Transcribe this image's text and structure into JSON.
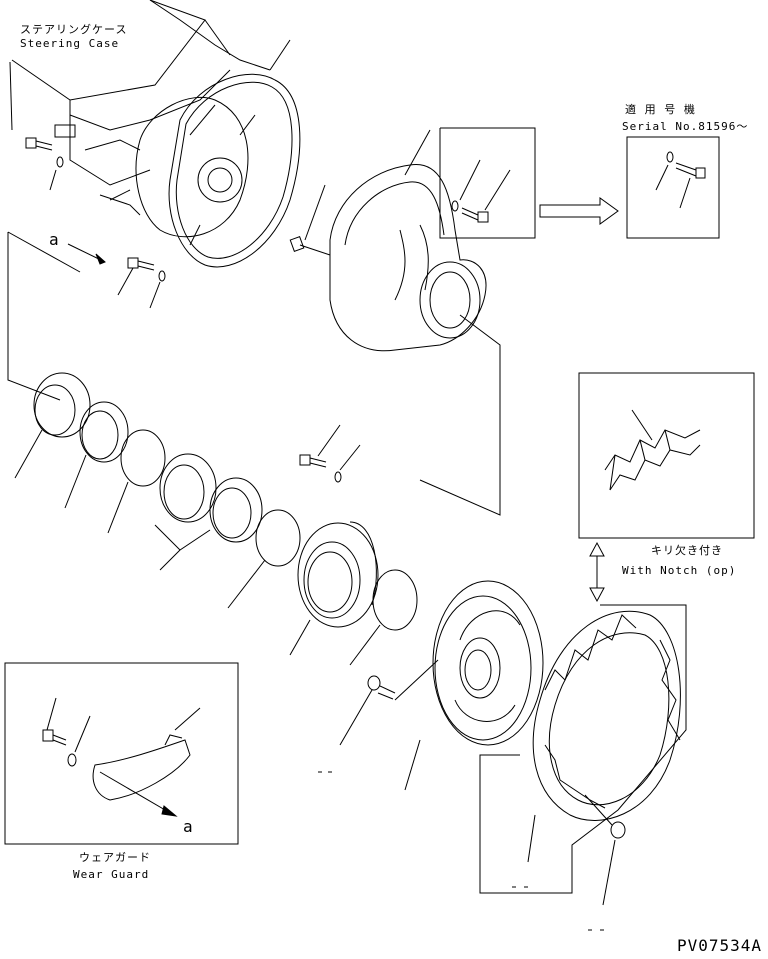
{
  "labels": {
    "steering_case_jp": "ステアリングケース",
    "steering_case_en": "Steering Case",
    "serial_jp": "適 用 号 機",
    "serial_en": "Serial No.81596～",
    "notch_jp": "キリ欠き付き",
    "notch_en": "With Notch (op)",
    "wear_guard_jp": "ウェアガード",
    "wear_guard_en": "Wear Guard",
    "arrow_a_top": "a",
    "arrow_a_bottom": "a",
    "drawing_code": "PV07534A"
  },
  "colors": {
    "line": "#000000",
    "background": "#ffffff"
  }
}
